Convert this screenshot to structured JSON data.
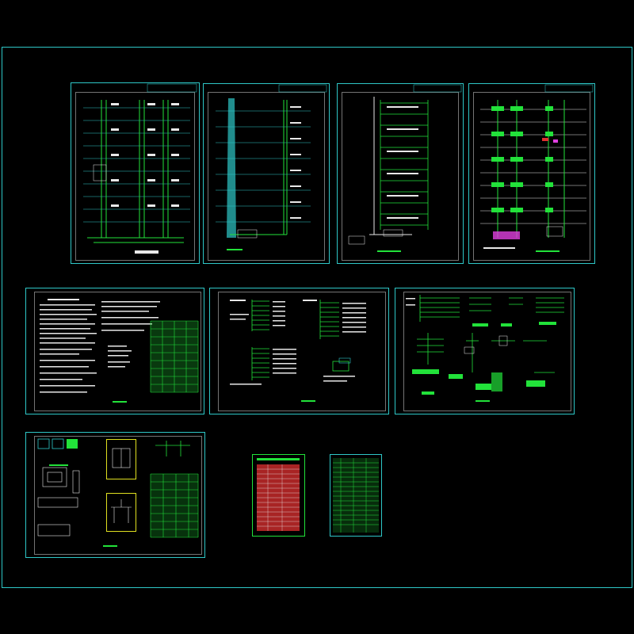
{
  "title": "",
  "colors": {
    "background": "#000000",
    "frame": "#2ec7c7",
    "line_green": "#22e23a",
    "line_white": "#e8e8e8",
    "accent_magenta": "#e040e0",
    "accent_red": "#e03030",
    "accent_yellow": "#e0e020"
  },
  "sheets": [
    {
      "id": "riser-diagram-1",
      "kind": "riser"
    },
    {
      "id": "riser-diagram-2",
      "kind": "riser"
    },
    {
      "id": "riser-diagram-3",
      "kind": "riser"
    },
    {
      "id": "riser-diagram-4",
      "kind": "riser"
    },
    {
      "id": "design-notes-sheet",
      "kind": "notes"
    },
    {
      "id": "distribution-box-sheet",
      "kind": "schematic"
    },
    {
      "id": "system-diagram-sheet",
      "kind": "schematic"
    },
    {
      "id": "equipment-detail-sheet",
      "kind": "detail"
    },
    {
      "id": "drawing-index-sheet",
      "kind": "table"
    },
    {
      "id": "legend-sheet",
      "kind": "table"
    }
  ]
}
